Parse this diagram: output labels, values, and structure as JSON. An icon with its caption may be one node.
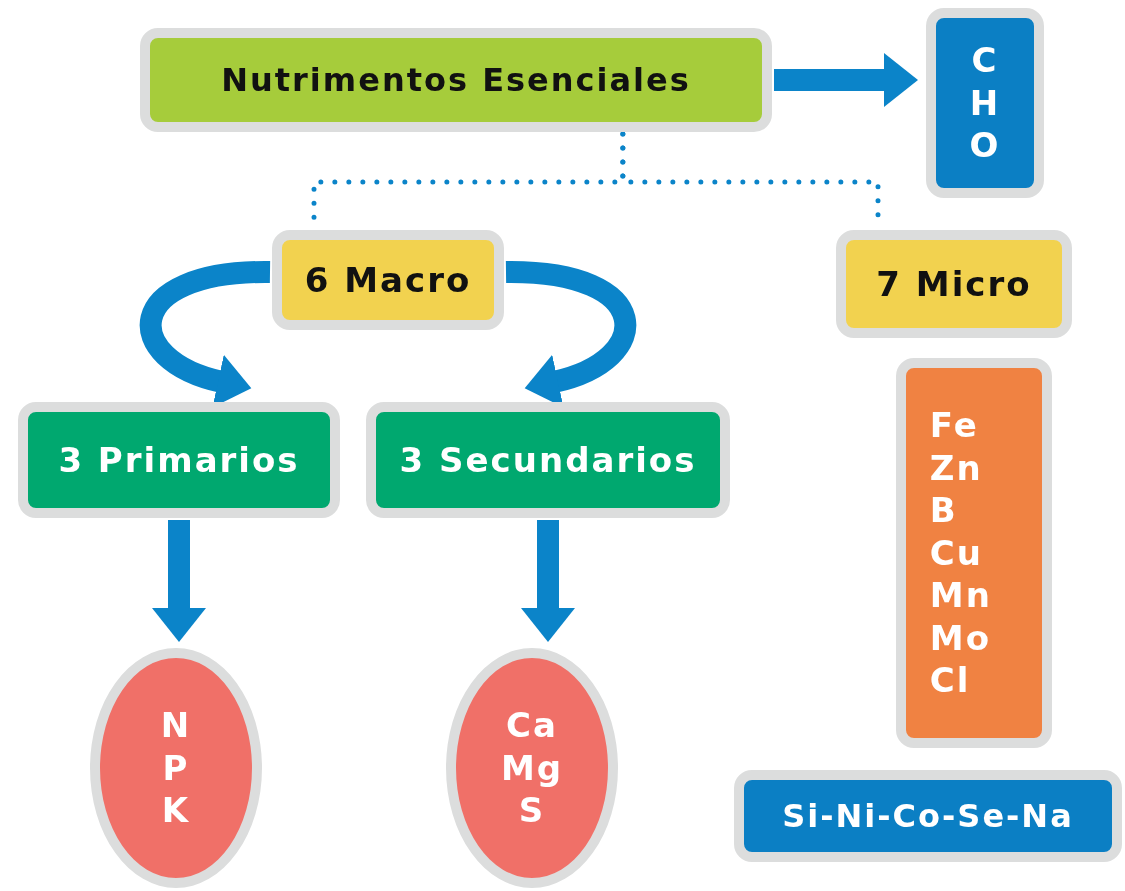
{
  "diagram": {
    "nodes": [
      {
        "text": [
          "Nutrimentos Esenciales"
        ]
      },
      {
        "text": [
          "C H O"
        ]
      },
      {
        "text": [
          "6 Macro"
        ]
      },
      {
        "text": [
          "7 Micro"
        ]
      },
      {
        "text": [
          "3 Primarios"
        ]
      },
      {
        "text": [
          "3 Secundarios"
        ]
      },
      {
        "text": [
          "N P K"
        ]
      },
      {
        "text": [
          "Ca Mg S"
        ]
      },
      {
        "text": [
          "Fe Zn B Cu Mn Mo Cl"
        ]
      },
      {
        "text": [
          "Si-Ni-Co-Se-Na"
        ]
      }
    ],
    "edges": [
      {
        "from": 0,
        "to": 1,
        "arrow": "to"
      },
      {
        "from": 0,
        "to": 2,
        "arrow": "none",
        "style": "dashed"
      },
      {
        "from": 0,
        "to": 3,
        "arrow": "none",
        "style": "dashed"
      },
      {
        "from": 2,
        "to": 4,
        "arrow": "to"
      },
      {
        "from": 2,
        "to": 5,
        "arrow": "to"
      },
      {
        "from": 4,
        "to": 6,
        "arrow": "to"
      },
      {
        "from": 5,
        "to": 7,
        "arrow": "to"
      }
    ]
  }
}
